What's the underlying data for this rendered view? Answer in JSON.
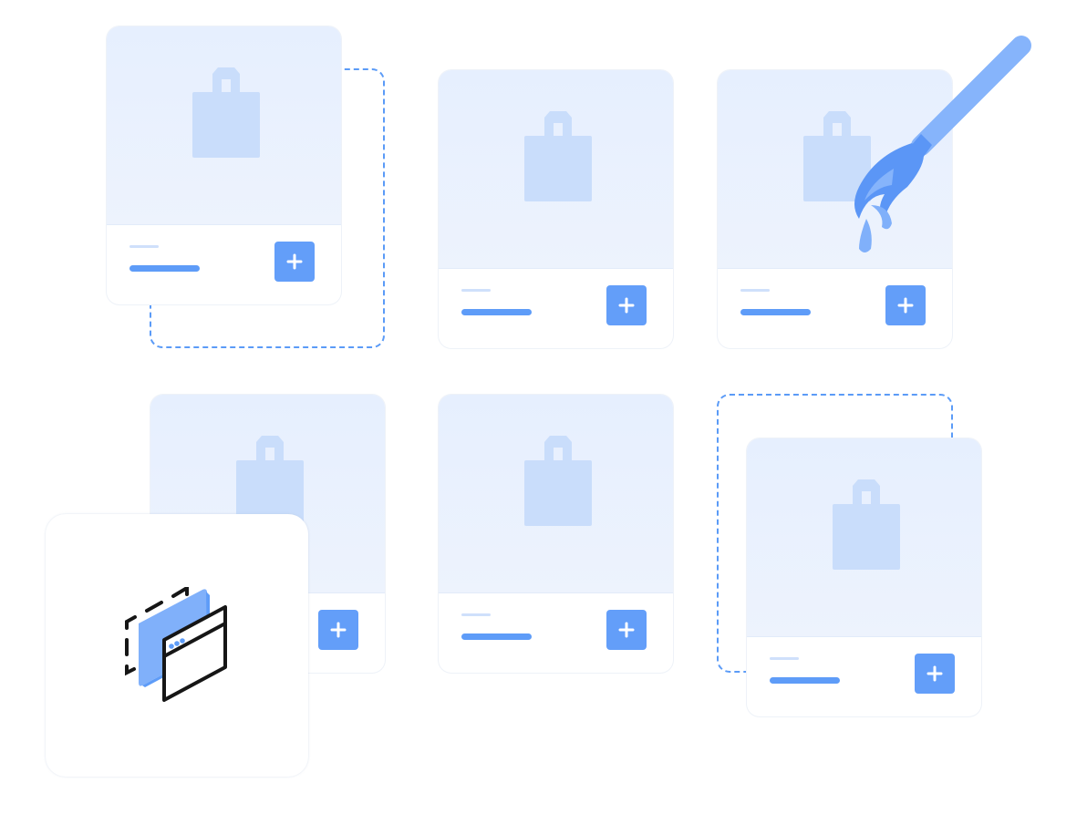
{
  "colors": {
    "accent": "#639ef9",
    "image_bg": "#e6effe",
    "bag": "#c9ddfb",
    "dashed_outline": "#5b9bf7",
    "brush_light": "#86b4fb",
    "brush_dark": "#5b96f6"
  },
  "cards": [
    {
      "id": "card-1",
      "image_icon": "shopping-bag-icon",
      "action_icon": "plus-icon"
    },
    {
      "id": "card-2",
      "image_icon": "shopping-bag-icon",
      "action_icon": "plus-icon"
    },
    {
      "id": "card-3",
      "image_icon": "shopping-bag-icon",
      "action_icon": "plus-icon"
    },
    {
      "id": "card-4",
      "image_icon": "shopping-bag-icon",
      "action_icon": "plus-icon"
    },
    {
      "id": "card-5",
      "image_icon": "shopping-bag-icon",
      "action_icon": "plus-icon"
    },
    {
      "id": "card-6",
      "image_icon": "shopping-bag-icon",
      "action_icon": "plus-icon"
    }
  ],
  "decorations": {
    "brush_icon": "paintbrush-icon",
    "feature_icon": "layered-windows-icon"
  }
}
